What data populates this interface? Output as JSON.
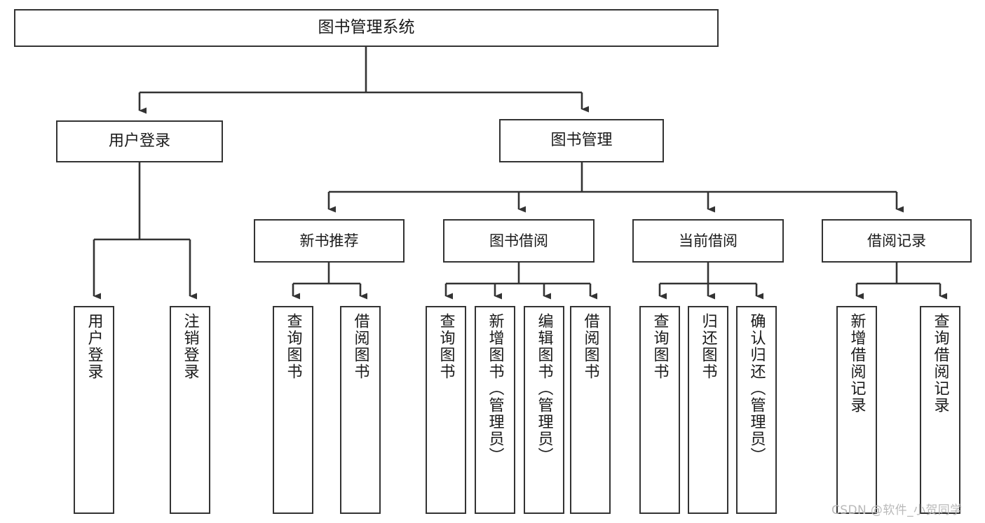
{
  "diagram": {
    "type": "tree-hierarchy",
    "title": "图书管理系统",
    "watermark": "CSDN @软件_小贺同学",
    "colors": {
      "box_border": "#333333",
      "box_fill": "#ffffff",
      "edge": "#333333",
      "text": "#1a1a1a",
      "watermark": "#b9b9b9",
      "background": "#ffffff"
    },
    "nodes": {
      "root": {
        "label": "图书管理系统"
      },
      "level2": [
        {
          "label": "用户登录"
        },
        {
          "label": "图书管理"
        }
      ],
      "level3": [
        {
          "label": "新书推荐"
        },
        {
          "label": "图书借阅"
        },
        {
          "label": "当前借阅"
        },
        {
          "label": "借阅记录"
        }
      ],
      "leaves": {
        "user_login": [
          {
            "label": "用户登录"
          },
          {
            "label": "注销登录"
          }
        ],
        "new_book_recommend": [
          {
            "label": "查询图书"
          },
          {
            "label": "借阅图书"
          }
        ],
        "book_borrow": [
          {
            "label": "查询图书"
          },
          {
            "label": "新增图书（管理员）"
          },
          {
            "label": "编辑图书（管理员）"
          },
          {
            "label": "借阅图书"
          }
        ],
        "current_borrow": [
          {
            "label": "查询图书"
          },
          {
            "label": "归还图书"
          },
          {
            "label": "确认归还（管理员）"
          }
        ],
        "borrow_record": [
          {
            "label": "新增借阅记录"
          },
          {
            "label": "查询借阅记录"
          }
        ]
      }
    }
  }
}
